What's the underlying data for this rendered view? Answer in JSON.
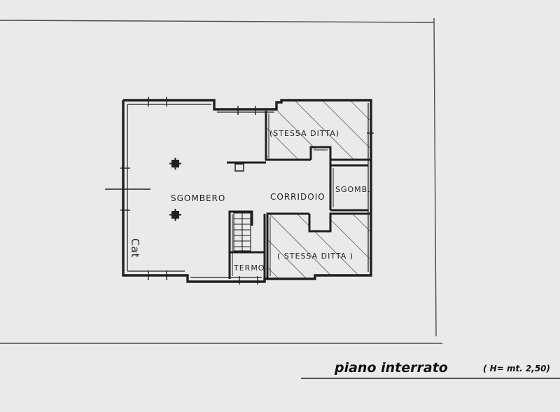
{
  "plan": {
    "rooms": {
      "sgombero": "SGOMBERO",
      "corridoio": "CORRIDOIO",
      "sgomb": "SGOMB.",
      "stessa_ditta_top": "(STESSA DITTA)",
      "stessa_ditta_bottom": "( STESSA DITTA )",
      "termo": "TERMO"
    },
    "handwritten_note": "Cat",
    "caption": {
      "title": "piano interrato",
      "height_note": "( H= mt. 2,50)"
    }
  },
  "colors": {
    "paper": "#e9eaeb",
    "ink": "#1e1f22",
    "hatch": "#2a2b2e"
  }
}
